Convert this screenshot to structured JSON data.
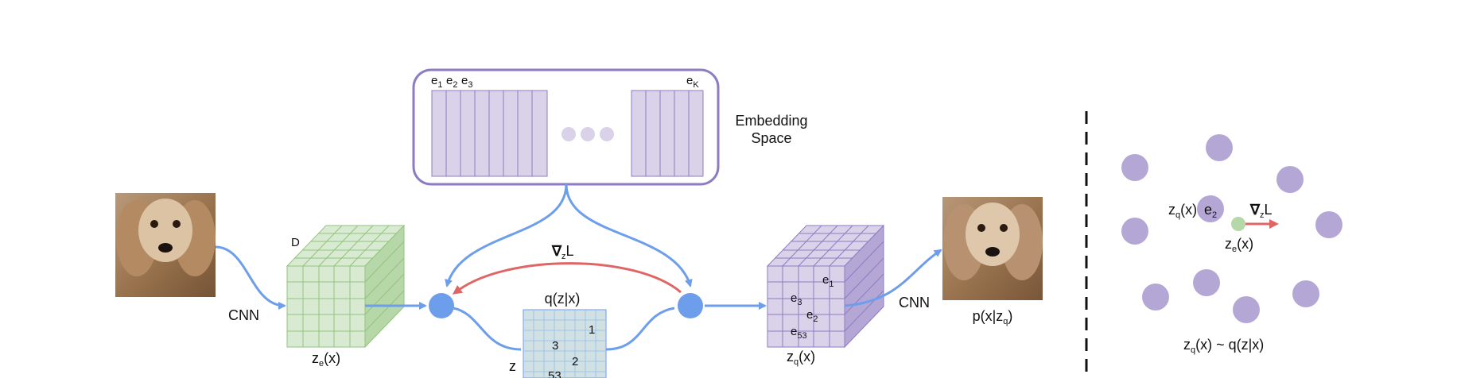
{
  "embedding": {
    "label_line1": "Embedding",
    "label_line2": "Space",
    "e1": "e",
    "e1_sub": "1",
    "e2": "e",
    "e2_sub": "2",
    "e3": "e",
    "e3_sub": "3",
    "eK": "e",
    "eK_sub": "K"
  },
  "encoder": {
    "cnn_label": "CNN",
    "depth_label": "D",
    "output_label": "z",
    "output_sub": "e",
    "output_suffix": "(x)"
  },
  "posterior": {
    "title": "q(z|x)",
    "z_label": "z",
    "cells": [
      "1",
      "3",
      "2",
      "53"
    ]
  },
  "gradient": {
    "nabla": "∇",
    "sub": "z",
    "L": "L"
  },
  "quantized": {
    "label": "z",
    "label_sub": "q",
    "label_suffix": "(x)",
    "cells": [
      {
        "t": "e",
        "s": "1"
      },
      {
        "t": "e",
        "s": "3"
      },
      {
        "t": "e",
        "s": "2"
      },
      {
        "t": "e",
        "s": "53"
      }
    ]
  },
  "decoder": {
    "cnn_label": "CNN",
    "output_pre": "p(x|z",
    "output_sub": "q",
    "output_post": ")"
  },
  "right_panel": {
    "zq_pre": "z",
    "zq_sub": "q",
    "zq_post": "(x)",
    "e2": "e",
    "e2_sub": "2",
    "grad_nabla": "∇",
    "grad_sub": "z",
    "grad_L": "L",
    "ze": "z",
    "ze_sub": "e",
    "ze_post": "(x)",
    "bottom_pre": "z",
    "bottom_sub": "q",
    "bottom_mid": "(x) ~ q(z|x)"
  },
  "colors": {
    "purple": "#b4a7d6",
    "purple_dark": "#8e7cc3",
    "green_face": "#d9ead3",
    "green_line": "#93c47d",
    "blue_arrow": "#6d9eeb",
    "red_arrow": "#e06666",
    "grid_blue": "#cfe2f3"
  }
}
